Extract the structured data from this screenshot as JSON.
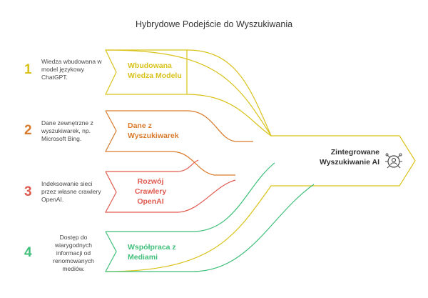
{
  "title": "Hybrydowe Podejście do Wyszukiwania",
  "colors": {
    "yellow": "#d9c21a",
    "orange": "#d97a2b",
    "red": "#e05a4f",
    "green": "#3fbf7a",
    "dark": "#444444"
  },
  "steps": [
    {
      "number": "1",
      "description": "Wiedza wbudowana w model językowy ChatGPT.",
      "label": "Wbudowana Wiedza Modelu"
    },
    {
      "number": "2",
      "description": "Dane zewnętrzne z wyszukiwarek, np. Microsoft Bing.",
      "label": "Dane z Wyszukiwarek"
    },
    {
      "number": "3",
      "description": "Indeksowanie sieci przez własne crawlery OpenAI.",
      "label": "Rozwój Crawlery OpenAI"
    },
    {
      "number": "4",
      "description": "Dostęp do wiarygodnych informacji od renomowanych mediów.",
      "label": "Współpraca z Mediami"
    }
  ],
  "output": {
    "label": "Zintegrowane Wyszukiwanie AI",
    "icon": "user-target-icon"
  }
}
